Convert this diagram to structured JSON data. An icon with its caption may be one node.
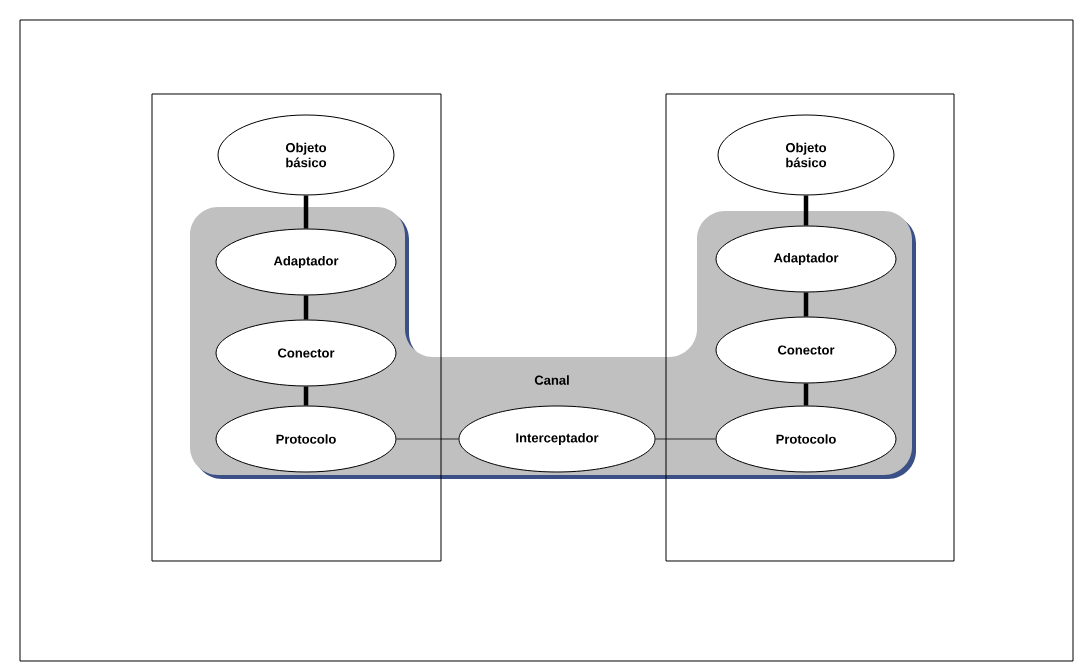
{
  "diagram": {
    "nodes": [
      {
        "text": [],
        "shape": "box"
      },
      {
        "text": [],
        "shape": "box"
      },
      {
        "text": [
          "Canal"
        ]
      },
      {
        "text": [
          "Objeto básico"
        ],
        "in": 0
      },
      {
        "text": [
          "Adaptador"
        ]
      },
      {
        "text": [
          "Conector"
        ]
      },
      {
        "text": [
          "Protocolo"
        ]
      },
      {
        "text": [
          "Interceptador"
        ],
        "in": 2
      },
      {
        "text": [
          "Objeto básico"
        ],
        "in": 1
      },
      {
        "text": [
          "Adaptador"
        ]
      },
      {
        "text": [
          "Conector"
        ]
      },
      {
        "text": [
          "Protocolo"
        ]
      }
    ],
    "edges": [
      {
        "from": 3,
        "to": 4,
        "arrow": "none"
      },
      {
        "from": 4,
        "to": 5,
        "arrow": "none"
      },
      {
        "from": 5,
        "to": 6,
        "arrow": "none"
      },
      {
        "from": 6,
        "to": 7,
        "arrow": "none"
      },
      {
        "from": 7,
        "to": 11,
        "arrow": "none"
      },
      {
        "from": 8,
        "to": 9,
        "arrow": "none"
      },
      {
        "from": 9,
        "to": 10,
        "arrow": "none"
      },
      {
        "from": 10,
        "to": 11,
        "arrow": "none"
      }
    ]
  }
}
